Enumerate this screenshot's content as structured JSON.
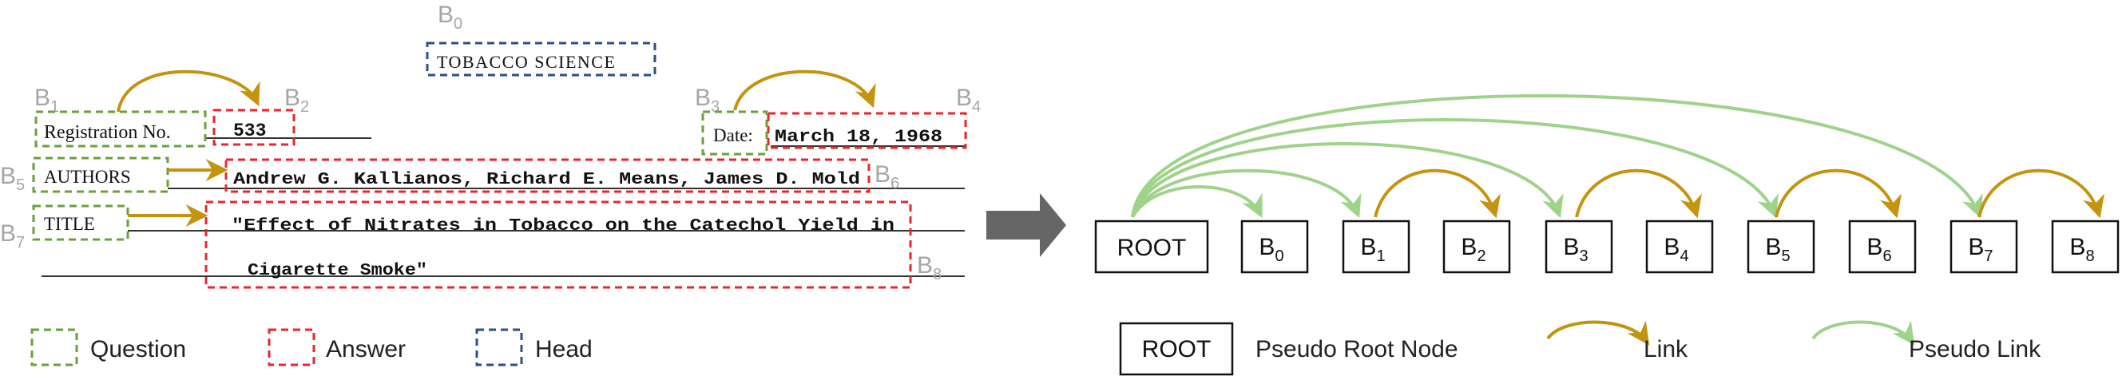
{
  "colors": {
    "question": "#6aa13a",
    "answer": "#e8262c",
    "head": "#2d4d8c",
    "link": "#c49410",
    "pseudo_link": "#9fd38a",
    "box_label": "#a6a6a6",
    "line": "#333333",
    "arrow": "#666666"
  },
  "document": {
    "head": "TOBACCO SCIENCE",
    "q_registration": "Registration No.",
    "a_registration": "533",
    "q_date": "Date:",
    "a_date": "March 18, 1968",
    "q_authors": "AUTHORS",
    "a_authors": "Andrew G. Kallianos, Richard E. Means, James D. Mold",
    "q_title": "TITLE",
    "a_title_line1": "\"Effect of Nitrates in Tobacco on the Catechol Yield in",
    "a_title_line2": "Cigarette Smoke\""
  },
  "box_labels": {
    "b0": {
      "letter": "B",
      "sub": "0"
    },
    "b1": {
      "letter": "B",
      "sub": "1"
    },
    "b2": {
      "letter": "B",
      "sub": "2"
    },
    "b3": {
      "letter": "B",
      "sub": "3"
    },
    "b4": {
      "letter": "B",
      "sub": "4"
    },
    "b5": {
      "letter": "B",
      "sub": "5"
    },
    "b6": {
      "letter": "B",
      "sub": "6"
    },
    "b7": {
      "letter": "B",
      "sub": "7"
    },
    "b8": {
      "letter": "B",
      "sub": "8"
    }
  },
  "legend_left": {
    "question": "Question",
    "answer": "Answer",
    "head": "Head"
  },
  "tree": {
    "root": "ROOT",
    "nodes": [
      {
        "letter": "B",
        "sub": "0"
      },
      {
        "letter": "B",
        "sub": "1"
      },
      {
        "letter": "B",
        "sub": "2"
      },
      {
        "letter": "B",
        "sub": "3"
      },
      {
        "letter": "B",
        "sub": "4"
      },
      {
        "letter": "B",
        "sub": "5"
      },
      {
        "letter": "B",
        "sub": "6"
      },
      {
        "letter": "B",
        "sub": "7"
      },
      {
        "letter": "B",
        "sub": "8"
      }
    ]
  },
  "legend_right": {
    "root_box": "ROOT",
    "root_desc": "Pseudo Root Node",
    "link": "Link",
    "pseudo_link": "Pseudo Link"
  }
}
